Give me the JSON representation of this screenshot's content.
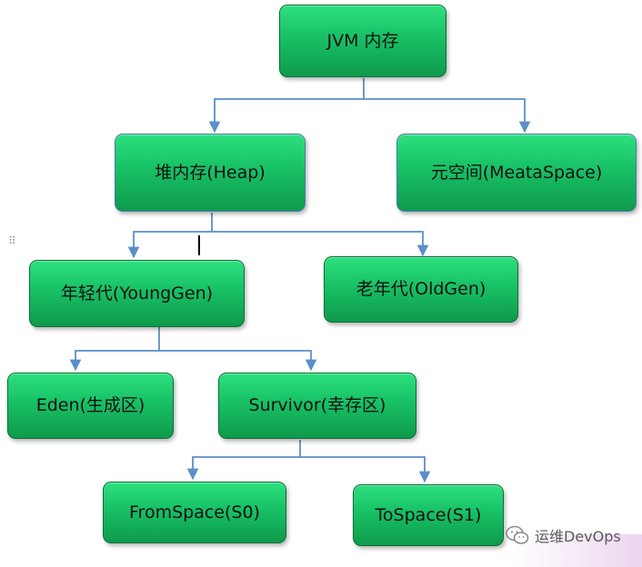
{
  "diagram": {
    "nodes": {
      "jvm": "JVM 内存",
      "heap": "堆内存(Heap)",
      "metaspace": "元空间(MeataSpace)",
      "young": "年轻代(YoungGen)",
      "old": "老年代(OldGen)",
      "eden": "Eden(生成区)",
      "survivor": "Survivor(幸存区)",
      "s0": "FromSpace(S0)",
      "s1": "ToSpace(S1)"
    },
    "edges": [
      [
        "jvm",
        "heap"
      ],
      [
        "jvm",
        "metaspace"
      ],
      [
        "heap",
        "young"
      ],
      [
        "heap",
        "old"
      ],
      [
        "young",
        "eden"
      ],
      [
        "young",
        "survivor"
      ],
      [
        "survivor",
        "s0"
      ],
      [
        "survivor",
        "s1"
      ]
    ],
    "colors": {
      "node_fill": "#19c468",
      "node_border": "#0b6e38",
      "connector": "#5b8fc9"
    }
  },
  "watermark": {
    "text": "运维DevOps",
    "icon": "wechat-icon"
  }
}
